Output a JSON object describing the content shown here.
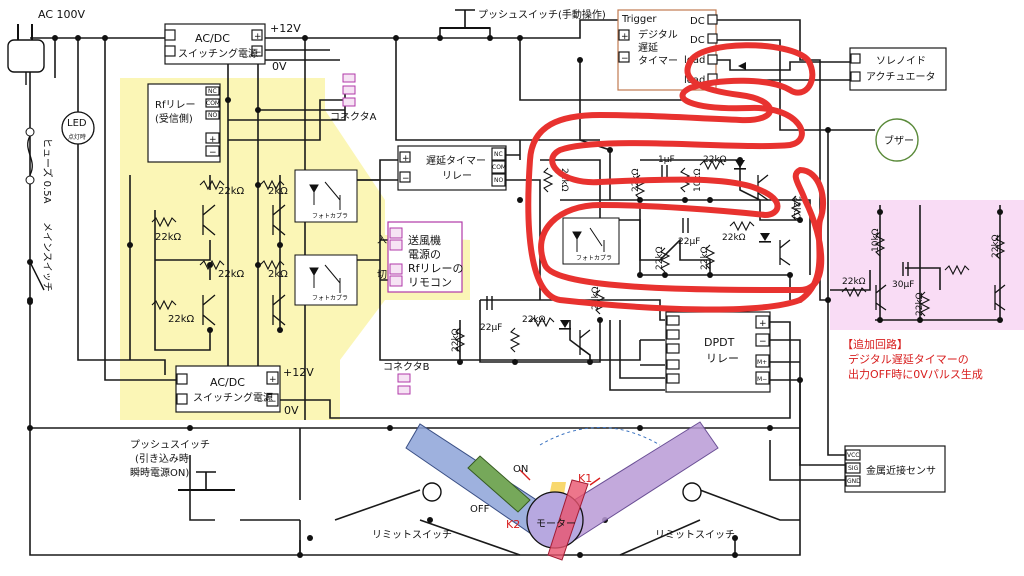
{
  "labels": {
    "ac100v": "AC 100V",
    "led": "LED",
    "led_sub": "点灯時",
    "fuse": "ヒューズ 0.5A",
    "main_switch": "メインスイッチ",
    "acdc1_line1": "AC/DC",
    "acdc1_line2": "スイッチング電源",
    "acdc1_plus": "+12V",
    "acdc1_zero": "0V",
    "push_manual": "プッシュスイッチ(手動操作)",
    "trigger_title": "Trigger",
    "trigger_l1": "デジタル",
    "trigger_l2": "遅延",
    "trigger_l3": "タイマー",
    "trigger_dcp": "DC",
    "trigger_dcm": "DC",
    "trigger_load1": "load",
    "trigger_load2": "load",
    "solenoid_l1": "ソレノイド",
    "solenoid_l2": "アクチュエータ",
    "buzzer": "ブザー",
    "rf_l1": "Rfリレー",
    "rf_l2": "(受信側)",
    "rf_nc": "NC",
    "rf_com": "COM",
    "rf_no": "NO",
    "connector_a": "コネクタA",
    "connector_b": "コネクタB",
    "delay_l1": "遅延タイマー",
    "delay_l2": "リレー",
    "delay_nc": "NC",
    "delay_com": "COM",
    "delay_no": "NO",
    "r22k": "22kΩ",
    "r2k": "2kΩ",
    "r10k": "10kΩ",
    "c1u": "1μF",
    "c22u": "22μF",
    "c30u": "30μF",
    "photocoupler": "フォトカプラ",
    "remote_l1": "送風機",
    "remote_l2": "電源の",
    "remote_l3": "Rfリレーの",
    "remote_l4": "リモコン",
    "remote_on": "入",
    "remote_off": "切",
    "acdc2_line1": "AC/DC",
    "acdc2_line2": "スイッチング電源",
    "acdc2_plus": "+12V",
    "acdc2_zero": "0V",
    "dpdt_l1": "DPDT",
    "dpdt_l2": "リレー",
    "extra_title": "【追加回路】",
    "extra_l1": "デジタル遅延タイマーの",
    "extra_l2": "出力OFF時に0Vパルス生成",
    "push_pull_l1": "プッシュスイッチ",
    "push_pull_l2": "(引き込み時",
    "push_pull_l3": "瞬時電源ON)",
    "limit_left": "リミットスイッチ",
    "limit_right": "リミットスイッチ",
    "motor": "モーター",
    "k1": "K1",
    "k2": "K2",
    "on": "ON",
    "off": "OFF",
    "sensor": "金属近接センサ",
    "sensor_vcc": "VCC",
    "sensor_sig": "SIG",
    "sensor_gnd": "GND",
    "plus_sign": "+",
    "minus_sign": "−",
    "m_plus": "M+",
    "m_minus": "M−"
  },
  "colors": {
    "yellow_region": "#fbf6b6",
    "pink_region": "#f9dcf5",
    "highlight_stroke": "#e8322f",
    "annotation_red": "#d81e1e",
    "blue_arm": "#8da3d8",
    "purple_arm": "#b89ad6",
    "green_arm": "#76a85a",
    "motor_fill": "#b7a8e0",
    "connector_color": "#b03aa8"
  },
  "icons": [
    "plug-icon",
    "led-icon",
    "fuse-icon",
    "switch-icon",
    "photocoupler-icon",
    "transistor-icon",
    "motor-icon"
  ]
}
